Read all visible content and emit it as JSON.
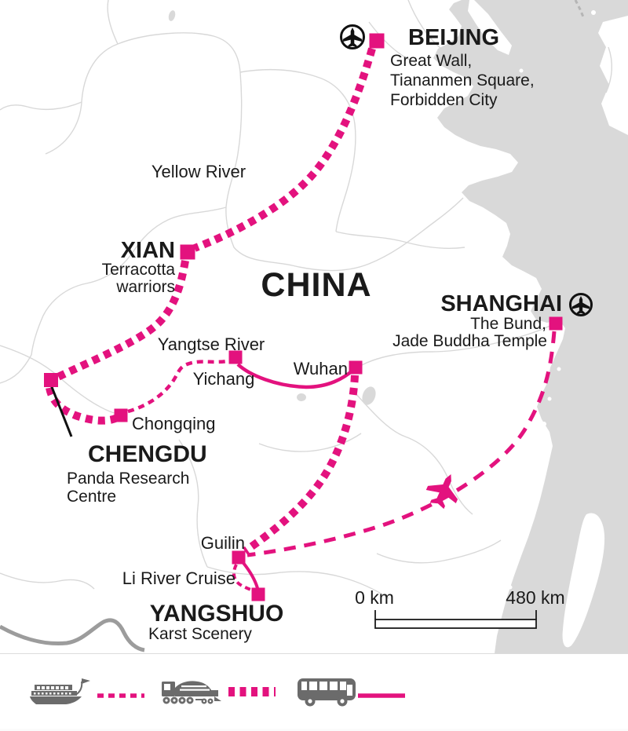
{
  "map": {
    "country": "CHINA",
    "cities": {
      "beijing": {
        "name": "BEIJING",
        "lines": [
          "Great Wall,",
          "Tiananmen Square,",
          "Forbidden City"
        ],
        "has_airport": true
      },
      "xian": {
        "name": "XIAN",
        "lines": [
          "Terracotta",
          "warriors"
        ]
      },
      "chengdu": {
        "name": "CHENGDU",
        "lines": [
          "Panda Research",
          "Centre"
        ]
      },
      "chongqing": {
        "name": "Chongqing"
      },
      "yichang": {
        "name": "Yichang"
      },
      "wuhan": {
        "name": "Wuhan"
      },
      "shanghai": {
        "name": "SHANGHAI",
        "lines": [
          "The Bund,",
          "Jade Buddha Temple"
        ],
        "has_airport": true
      },
      "guilin": {
        "name": "Guilin"
      },
      "yangshuo": {
        "name": "YANGSHUO",
        "lines": [
          "Karst Scenery"
        ]
      }
    },
    "labels": {
      "yellow_river": "Yellow River",
      "yangtse_river": "Yangtse River",
      "li_river": "Li River Cruise"
    },
    "scale": {
      "start": "0 km",
      "end": "480 km"
    },
    "routes": [
      {
        "from": "Beijing",
        "to": "Xian",
        "mode": "train"
      },
      {
        "from": "Xian",
        "to": "Chengdu",
        "mode": "train"
      },
      {
        "from": "Chengdu",
        "to": "Chongqing",
        "mode": "train"
      },
      {
        "from": "Chongqing",
        "to": "Yichang",
        "mode": "boat"
      },
      {
        "from": "Yichang",
        "to": "Wuhan",
        "mode": "bus"
      },
      {
        "from": "Wuhan",
        "to": "Guilin",
        "mode": "train"
      },
      {
        "from": "Guilin",
        "to": "Yangshuo",
        "mode": "boat"
      },
      {
        "from": "Guilin",
        "to": "Yangshuo",
        "mode": "bus"
      },
      {
        "from": "Shanghai",
        "to": "Guilin",
        "mode": "flight"
      }
    ]
  },
  "legend": {
    "items": [
      {
        "icon": "ship-icon",
        "transport": "boat",
        "line_style": "dashed"
      },
      {
        "icon": "train-icon",
        "transport": "train",
        "line_style": "dotted"
      },
      {
        "icon": "bus-icon",
        "transport": "bus",
        "line_style": "solid"
      }
    ]
  },
  "colors": {
    "route_pink": "#e3127e",
    "sea_gray": "#d9d9d9",
    "map_line_gray": "#d8d8d8",
    "border_gray": "#9c9c9c",
    "icon_gray": "#6b6b6b",
    "text_black": "#1a1a1a"
  }
}
